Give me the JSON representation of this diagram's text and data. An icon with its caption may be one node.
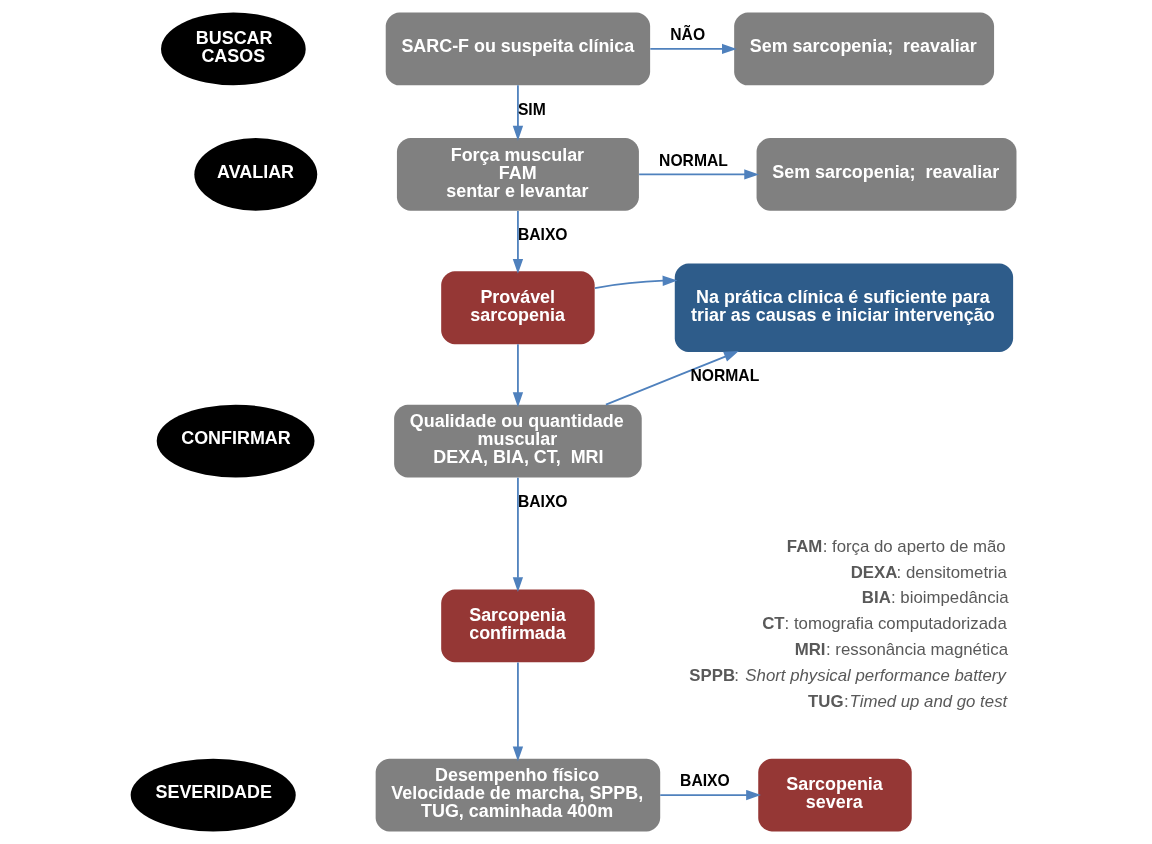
{
  "diagram": {
    "nodes": [
      {
        "text": [
          "BUSCAR CASOS"
        ]
      },
      {
        "text": [
          "SARC-F ou suspeita clínica"
        ]
      },
      {
        "text": [
          "Sem sarcopenia;  reavaliar"
        ]
      },
      {
        "text": [
          "AVALIAR"
        ]
      },
      {
        "text": [
          "Força muscular",
          "FAM",
          "sentar e levantar"
        ]
      },
      {
        "text": [
          "Sem sarcopenia;  reavaliar"
        ]
      },
      {
        "text": [
          "Provável sarcopenia"
        ]
      },
      {
        "text": [
          "Na prática clínica é suficiente para triar as causas e iniciar intervenção"
        ]
      },
      {
        "text": [
          "CONFIRMAR"
        ]
      },
      {
        "text": [
          "Qualidade ou quantidade muscular",
          "DEXA, BIA, CT,  MRI"
        ]
      },
      {
        "text": [
          "Sarcopenia confirmada"
        ]
      },
      {
        "text": [
          "SEVERIDADE"
        ]
      },
      {
        "text": [
          "Desempenho físico",
          "Velocidade de marcha, SPPB, TUG, caminhada 400m"
        ]
      },
      {
        "text": [
          "Sarcopenia severa"
        ]
      }
    ],
    "edges": [
      {
        "from": 1,
        "to": 2,
        "arrow": "to",
        "label": "NÃO"
      },
      {
        "from": 1,
        "to": 4,
        "arrow": "to",
        "label": "SIM"
      },
      {
        "from": 4,
        "to": 5,
        "arrow": "to",
        "label": "NORMAL"
      },
      {
        "from": 4,
        "to": 6,
        "arrow": "to",
        "label": "BAIXO"
      },
      {
        "from": 6,
        "to": 7,
        "arrow": "to"
      },
      {
        "from": 6,
        "to": 9,
        "arrow": "to"
      },
      {
        "from": 9,
        "to": 7,
        "arrow": "to",
        "label": "NORMAL"
      },
      {
        "from": 9,
        "to": 10,
        "arrow": "to",
        "label": "BAIXO"
      },
      {
        "from": 10,
        "to": 12,
        "arrow": "to"
      },
      {
        "from": 12,
        "to": 13,
        "arrow": "to",
        "label": "BAIXO"
      }
    ],
    "labels": [
      "**FAM**: força do aperto de mão",
      "**DEXA**: densitometria",
      "**BIA**: bioimpedância",
      "**CT**: tomografia computadorizada",
      "**MRI**: ressonância magnética",
      "**SPPB**: *Short physical performance battery*",
      "**TUG**:*Timed up and go test*"
    ]
  }
}
